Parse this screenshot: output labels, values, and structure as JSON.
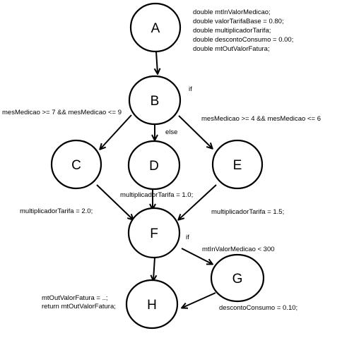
{
  "nodes": {
    "A": "A",
    "B": "B",
    "C": "C",
    "D": "D",
    "E": "E",
    "F": "F",
    "G": "G",
    "H": "H"
  },
  "declarations": [
    "double mtInValorMedicao;",
    "double valorTarifaBase = 0.80;",
    "double multiplicadorTarifa;",
    "double descontoConsumo = 0.00;",
    "double mtOutValorFatura;"
  ],
  "labels": {
    "if_b": "if",
    "cond_b_c": "mesMedicao >= 7 && mesMedicao <= 9",
    "else_b_d": "else",
    "cond_b_e": "mesMedicao >= 4 && mesMedicao <= 6",
    "assign_c": "multiplicadorTarifa = 2.0;",
    "assign_d": "multiplicadorTarifa = 1.0;",
    "assign_e": "multiplicadorTarifa = 1.5;",
    "if_f": "if",
    "cond_f_g": "mtInValorMedicao < 300",
    "assign_g": "descontoConsumo = 0.10;",
    "h_line1": "mtOutValorFatura = ..;",
    "h_line2": "return mtOutValorFatura;"
  }
}
